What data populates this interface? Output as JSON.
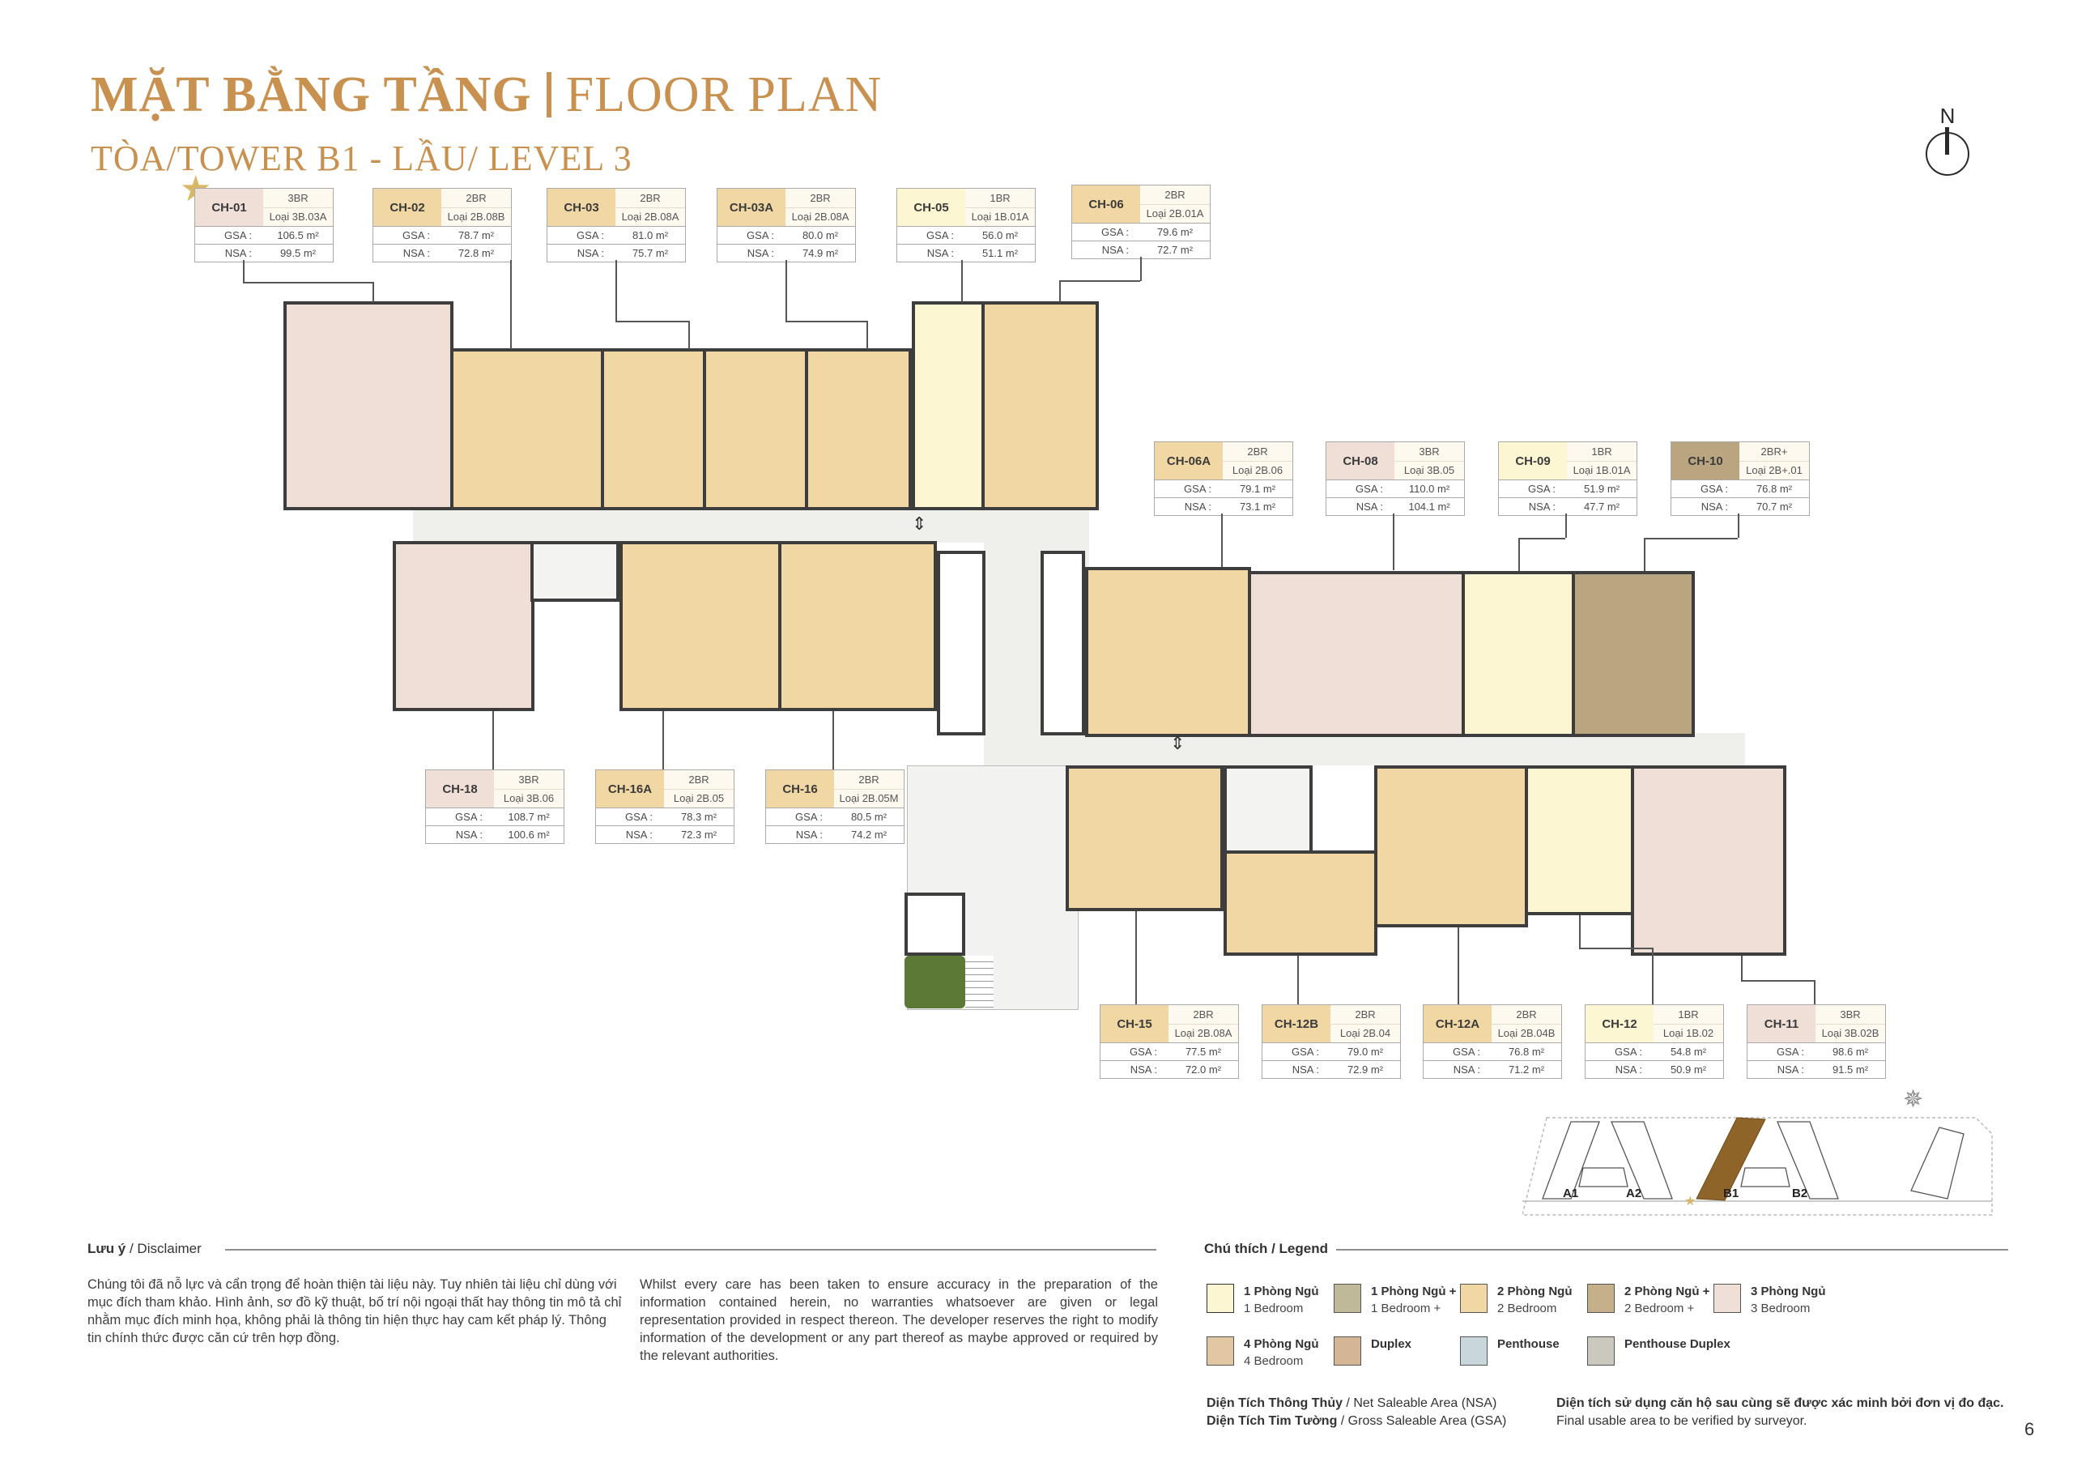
{
  "header": {
    "title_vi": "MẶT BẰNG TẦNG",
    "title_en": "FLOOR PLAN",
    "subtitle": "TÒA/TOWER B1 - LẦU/ LEVEL 3"
  },
  "compass": {
    "label": "N"
  },
  "units_top": [
    {
      "id": "CH-01",
      "br": "3BR",
      "type": "Loại 3B.03A",
      "gsa": "106.5 m²",
      "nsa": "99.5 m²",
      "color": "#efdfd7",
      "starred": true
    },
    {
      "id": "CH-02",
      "br": "2BR",
      "type": "Loại 2B.08B",
      "gsa": "78.7 m²",
      "nsa": "72.8 m²",
      "color": "#f1d7a3"
    },
    {
      "id": "CH-03",
      "br": "2BR",
      "type": "Loại 2B.08A",
      "gsa": "81.0 m²",
      "nsa": "75.7 m²",
      "color": "#f1d7a3"
    },
    {
      "id": "CH-03A",
      "br": "2BR",
      "type": "Loại 2B.08A",
      "gsa": "80.0 m²",
      "nsa": "74.9 m²",
      "color": "#f1d7a3"
    },
    {
      "id": "CH-05",
      "br": "1BR",
      "type": "Loại 1B.01A",
      "gsa": "56.0 m²",
      "nsa": "51.1 m²",
      "color": "#fdf6d2"
    },
    {
      "id": "CH-06",
      "br": "2BR",
      "type": "Loại 2B.01A",
      "gsa": "79.6 m²",
      "nsa": "72.7 m²",
      "color": "#f1d7a3"
    }
  ],
  "units_mid_right": [
    {
      "id": "CH-06A",
      "br": "2BR",
      "type": "Loại 2B.06",
      "gsa": "79.1 m²",
      "nsa": "73.1 m²",
      "color": "#f1d7a3"
    },
    {
      "id": "CH-08",
      "br": "3BR",
      "type": "Loại 3B.05",
      "gsa": "110.0 m²",
      "nsa": "104.1 m²",
      "color": "#efdfd7"
    },
    {
      "id": "CH-09",
      "br": "1BR",
      "type": "Loại 1B.01A",
      "gsa": "51.9 m²",
      "nsa": "47.7 m²",
      "color": "#fdf6d2"
    },
    {
      "id": "CH-10",
      "br": "2BR+",
      "type": "Loại 2B+.01",
      "gsa": "76.8 m²",
      "nsa": "70.7 m²",
      "color": "#b9a580"
    }
  ],
  "units_left_bottom": [
    {
      "id": "CH-18",
      "br": "3BR",
      "type": "Loại 3B.06",
      "gsa": "108.7 m²",
      "nsa": "100.6 m²",
      "color": "#efdfd7"
    },
    {
      "id": "CH-16A",
      "br": "2BR",
      "type": "Loại 2B.05",
      "gsa": "78.3 m²",
      "nsa": "72.3 m²",
      "color": "#f1d7a3"
    },
    {
      "id": "CH-16",
      "br": "2BR",
      "type": "Loại 2B.05M",
      "gsa": "80.5 m²",
      "nsa": "74.2 m²",
      "color": "#f1d7a3"
    }
  ],
  "units_bottom": [
    {
      "id": "CH-15",
      "br": "2BR",
      "type": "Loại 2B.08A",
      "gsa": "77.5 m²",
      "nsa": "72.0 m²",
      "color": "#f1d7a3"
    },
    {
      "id": "CH-12B",
      "br": "2BR",
      "type": "Loại 2B.04",
      "gsa": "79.0 m²",
      "nsa": "72.9 m²",
      "color": "#f1d7a3"
    },
    {
      "id": "CH-12A",
      "br": "2BR",
      "type": "Loại 2B.04B",
      "gsa": "76.8 m²",
      "nsa": "71.2 m²",
      "color": "#f1d7a3"
    },
    {
      "id": "CH-12",
      "br": "1BR",
      "type": "Loại 1B.02",
      "gsa": "54.8 m²",
      "nsa": "50.9 m²",
      "color": "#fdf6d2"
    },
    {
      "id": "CH-11",
      "br": "3BR",
      "type": "Loại 3B.02B",
      "gsa": "98.6 m²",
      "nsa": "91.5 m²",
      "color": "#efdfd7"
    }
  ],
  "labels": {
    "gsa": "GSA :",
    "nsa": "NSA :"
  },
  "key_plan": {
    "towers": [
      "A1",
      "A2",
      "B1",
      "B2"
    ],
    "highlighted": "B1",
    "highlight_color": "#8f6428"
  },
  "disclaimer": {
    "heading_vi": "Lưu ý",
    "heading_en": " / Disclaimer",
    "text_vi": "Chúng tôi đã nỗ lực và cẩn trọng để hoàn thiện tài liệu này. Tuy nhiên tài liệu chỉ dùng với mục đích tham khảo. Hình ảnh, sơ đồ kỹ thuật, bố trí nội ngoại thất hay thông tin mô tả chỉ nhằm mục đích minh họa, không phải là thông tin hiện thực hay cam kết pháp lý. Thông tin chính thức được căn cứ trên hợp đồng.",
    "text_en": "Whilst every care has been taken to ensure accuracy in the preparation of the information contained herein, no warranties whatsoever are given or legal representation provided in respect thereon. The developer reserves the right to modify information of the development or any part thereof as maybe approved or required by the relevant authorities."
  },
  "legend": {
    "heading": "Chú thích / Legend",
    "items": [
      {
        "vi": "1 Phòng Ngủ",
        "en": "1 Bedroom",
        "color": "#fdf6d2"
      },
      {
        "vi": "1 Phòng Ngủ +",
        "en": "1 Bedroom +",
        "color": "#bfb99a"
      },
      {
        "vi": "2 Phòng Ngủ",
        "en": "2 Bedroom",
        "color": "#f1d7a3"
      },
      {
        "vi": "2 Phòng Ngủ +",
        "en": "2 Bedroom +",
        "color": "#c6b08a"
      },
      {
        "vi": "3 Phòng Ngủ",
        "en": "3 Bedroom",
        "color": "#efdfd7"
      },
      {
        "vi": "4 Phòng Ngủ",
        "en": "4 Bedroom",
        "color": "#e2c7a3"
      },
      {
        "vi": "Duplex",
        "en": "",
        "color": "#d4b595"
      },
      {
        "vi": "Penthouse",
        "en": "",
        "color": "#c9d7dc"
      },
      {
        "vi": "Penthouse Duplex",
        "en": "",
        "color": "#cbc8bd"
      }
    ]
  },
  "area_notes": {
    "nsa_vi": "Diện Tích Thông Thủy",
    "nsa_en": " / Net Saleable Area (NSA)",
    "gsa_vi": "Diện Tích Tim Tường",
    "gsa_en": " / Gross Saleable Area (GSA)",
    "verify_vi": "Diện tích sử dụng căn hộ sau cùng sẽ được xác minh bởi đơn vị đo đạc.",
    "verify_en": "Final usable area to be verified by surveyor."
  },
  "page_number": "6"
}
